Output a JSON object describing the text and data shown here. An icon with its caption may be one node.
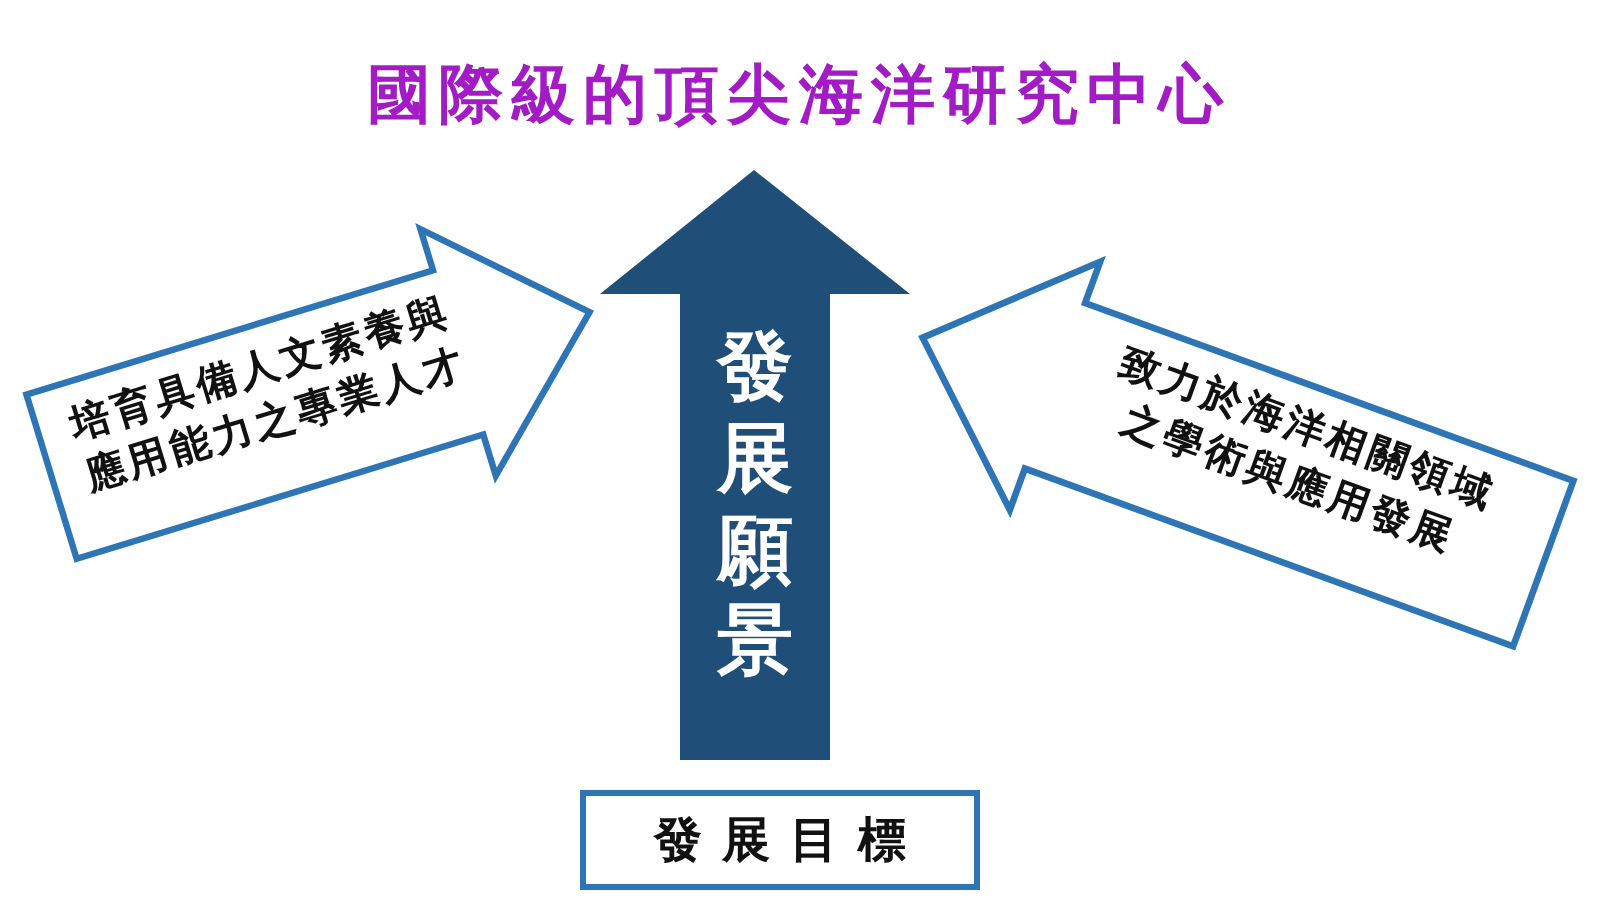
{
  "diagram": {
    "title": "國際級的頂尖海洋研究中心",
    "nodes": [
      {
        "text": [
          "發展願景"
        ]
      },
      {
        "text": [
          "培育具備人文素養與應用能力之專業人才"
        ]
      },
      {
        "text": [
          "致力於海洋相關領域之學術與應用發展"
        ]
      },
      {
        "text": [
          "發展目標"
        ]
      }
    ]
  }
}
